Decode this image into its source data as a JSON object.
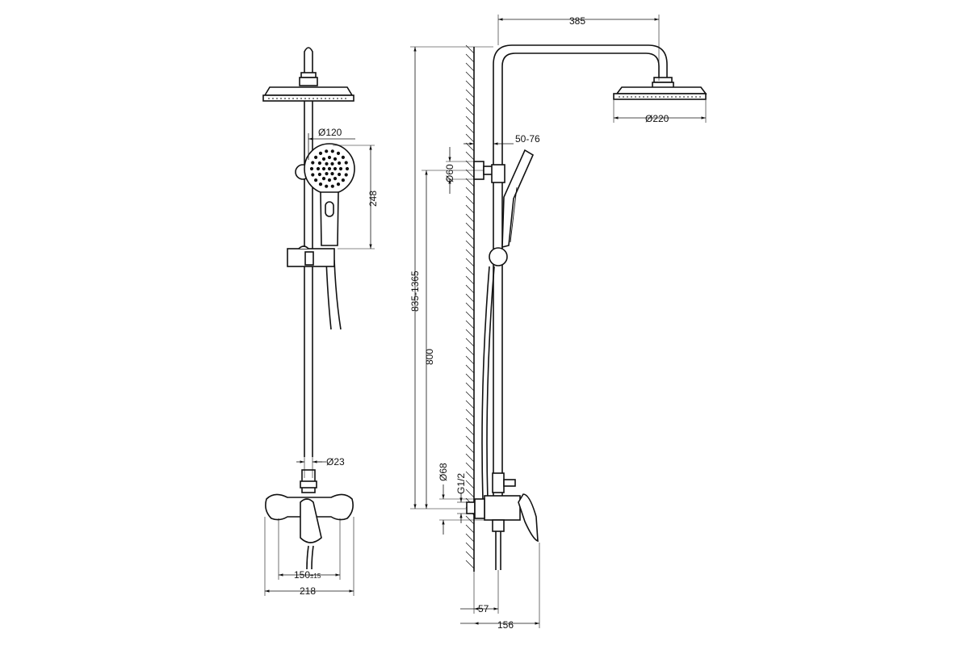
{
  "dimensions": {
    "hand_shower_diameter": "Ø120",
    "hand_shower_height": "248",
    "pipe_diameter": "Ø23",
    "inlet_spacing": "150",
    "inlet_spacing_tolerance": "±15",
    "mixer_width": "218",
    "arm_reach": "385",
    "head_diameter": "Ø220",
    "wall_clearance_range": "50-76",
    "holder_diameter": "Ø60",
    "total_height_range": "835-1365",
    "holder_height": "800",
    "flange_diameter": "Ø68",
    "thread_size": "G1/2",
    "pipe_offset": "57",
    "mixer_depth": "156"
  },
  "colors": {
    "line": "#111111",
    "background": "#ffffff"
  }
}
